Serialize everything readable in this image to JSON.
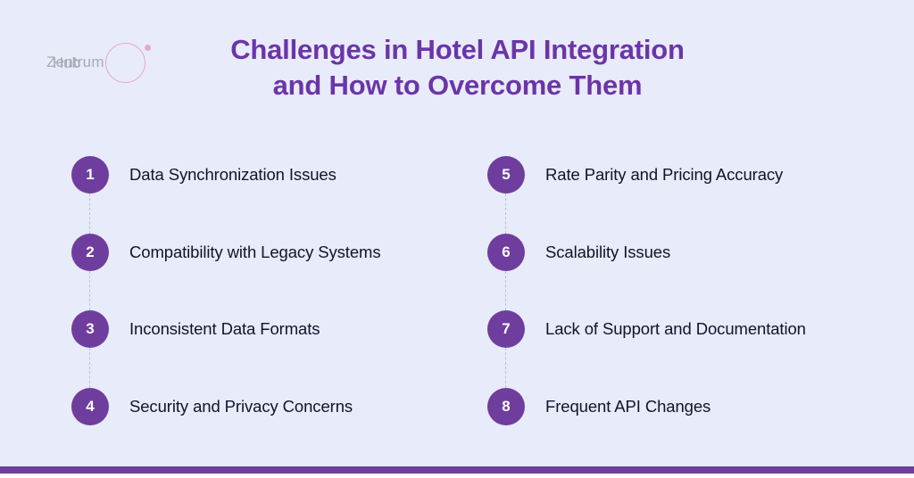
{
  "brand": {
    "name_part1": "Zentrum",
    "name_part2": "Hub"
  },
  "title": {
    "line1": "Challenges in Hotel API Integration",
    "line2": "and How to Overcome Them"
  },
  "colors": {
    "background": "#e8ebf9",
    "title_purple": "#6b35a8",
    "bullet_purple": "#6f3d9e",
    "footer_purple": "#6f4099",
    "logo_pink": "#e8a8c8",
    "logo_gray": "#a9a9b6",
    "label_text": "#13132b",
    "connector_gray": "#b9bdd4"
  },
  "columns": [
    {
      "side": "left",
      "items": [
        {
          "number": "1",
          "label": "Data Synchronization Issues"
        },
        {
          "number": "2",
          "label": "Compatibility with Legacy Systems"
        },
        {
          "number": "3",
          "label": "Inconsistent Data Formats"
        },
        {
          "number": "4",
          "label": "Security and Privacy Concerns"
        }
      ]
    },
    {
      "side": "right",
      "items": [
        {
          "number": "5",
          "label": "Rate Parity and Pricing Accuracy"
        },
        {
          "number": "6",
          "label": "Scalability Issues"
        },
        {
          "number": "7",
          "label": "Lack of Support and Documentation"
        },
        {
          "number": "8",
          "label": "Frequent API Changes"
        }
      ]
    }
  ]
}
